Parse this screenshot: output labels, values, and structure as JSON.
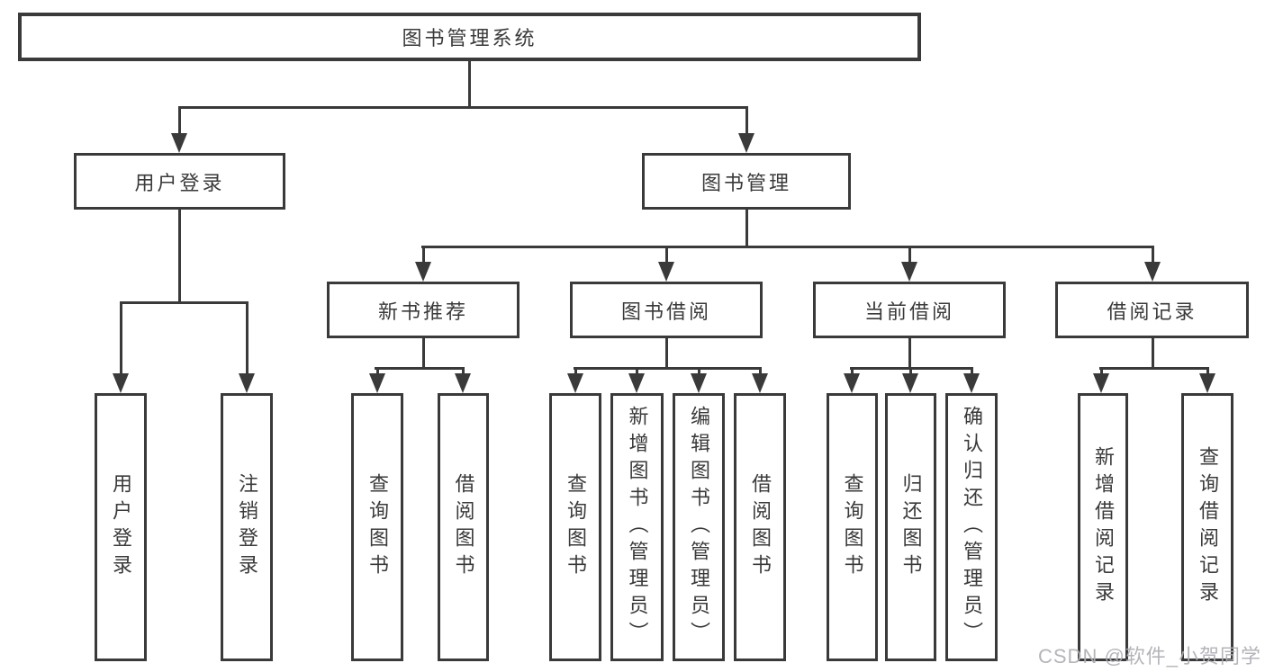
{
  "diagram": {
    "title": "图书管理系统",
    "watermark": "CSDN @软件_小贺同学",
    "colors": {
      "line": "#3a3a3a",
      "text": "#3a3a3a",
      "background": "#ffffff",
      "watermark": "#aeaeb6"
    },
    "nodes": {
      "root": {
        "label": "图书管理系统"
      },
      "user_login": {
        "label": "用户登录"
      },
      "book_mgmt": {
        "label": "图书管理"
      },
      "new_book_rec": {
        "label": "新书推荐"
      },
      "book_borrow": {
        "label": "图书借阅"
      },
      "current_borrow": {
        "label": "当前借阅"
      },
      "borrow_records": {
        "label": "借阅记录"
      },
      "leaf_user_login": {
        "label": "用户登录"
      },
      "leaf_logout": {
        "label": "注销登录"
      },
      "leaf_query_book_a": {
        "label": "查询图书"
      },
      "leaf_borrow_book_a": {
        "label": "借阅图书"
      },
      "leaf_query_book_b": {
        "label": "查询图书"
      },
      "leaf_add_book": {
        "label": "新增图书（管理员）"
      },
      "leaf_edit_book": {
        "label": "编辑图书（管理员）"
      },
      "leaf_borrow_book_b": {
        "label": "借阅图书"
      },
      "leaf_query_book_c": {
        "label": "查询图书"
      },
      "leaf_return_book": {
        "label": "归还图书"
      },
      "leaf_confirm_return": {
        "label": "确认归还（管理员）"
      },
      "leaf_add_record": {
        "label": "新增借阅记录"
      },
      "leaf_query_record": {
        "label": "查询借阅记录"
      }
    },
    "edges": [
      [
        "root",
        "user_login"
      ],
      [
        "root",
        "book_mgmt"
      ],
      [
        "user_login",
        "leaf_user_login"
      ],
      [
        "user_login",
        "leaf_logout"
      ],
      [
        "book_mgmt",
        "new_book_rec"
      ],
      [
        "book_mgmt",
        "book_borrow"
      ],
      [
        "book_mgmt",
        "current_borrow"
      ],
      [
        "book_mgmt",
        "borrow_records"
      ],
      [
        "new_book_rec",
        "leaf_query_book_a"
      ],
      [
        "new_book_rec",
        "leaf_borrow_book_a"
      ],
      [
        "book_borrow",
        "leaf_query_book_b"
      ],
      [
        "book_borrow",
        "leaf_add_book"
      ],
      [
        "book_borrow",
        "leaf_edit_book"
      ],
      [
        "book_borrow",
        "leaf_borrow_book_b"
      ],
      [
        "current_borrow",
        "leaf_query_book_c"
      ],
      [
        "current_borrow",
        "leaf_return_book"
      ],
      [
        "current_borrow",
        "leaf_confirm_return"
      ],
      [
        "borrow_records",
        "leaf_add_record"
      ],
      [
        "borrow_records",
        "leaf_query_record"
      ]
    ]
  }
}
